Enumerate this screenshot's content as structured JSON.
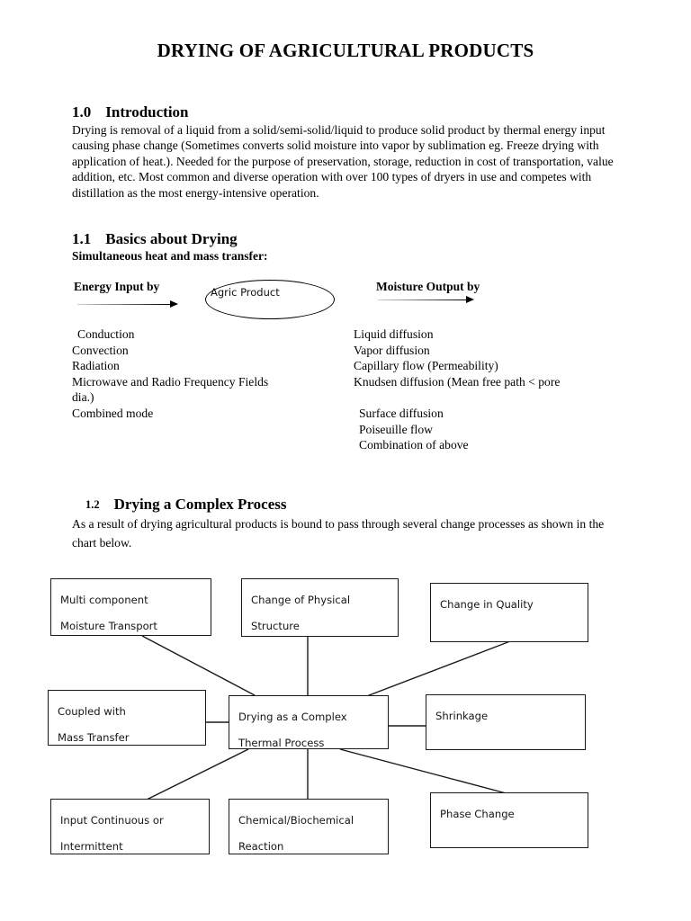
{
  "document": {
    "title": "DRYING OF AGRICULTURAL PRODUCTS"
  },
  "sections": {
    "intro": {
      "number": "1.0",
      "heading": "Introduction",
      "body": "Drying is removal of a liquid from a solid/semi-solid/liquid to produce solid product by thermal energy input causing phase change (Sometimes converts solid moisture into vapor by sublimation eg. Freeze drying with application of heat.). Needed for the purpose of preservation, storage, reduction in cost of transportation, value addition, etc.  Most common and diverse operation with over 100 types of dryers in use and competes with distillation as the most energy-intensive operation."
    },
    "basics": {
      "number": "1.1",
      "heading": "Basics about Drying",
      "subheading": "Simultaneous heat and mass transfer:",
      "energy_label": "Energy Input by",
      "moisture_label": "Moisture Output by",
      "center_node": "Agric Product",
      "energy_items": [
        "Conduction",
        "Convection",
        "Radiation",
        "Microwave and Radio Frequency Fields",
        "dia.)",
        "Combined mode"
      ],
      "moisture_items": [
        "Liquid diffusion",
        "Vapor diffusion",
        "Capillary flow (Permeability)",
        "Knudsen diffusion (Mean free path < pore",
        "",
        "Surface diffusion",
        "Poiseuille flow",
        "Combination of above"
      ]
    },
    "complex": {
      "number": "1.2",
      "heading": "Drying a Complex Process",
      "body": "As a result of drying agricultural products is bound to pass through several change processes as shown in the chart below."
    }
  },
  "flowchart": {
    "center": {
      "line1": "Drying as a Complex",
      "line2": "Thermal Process"
    },
    "nodes": [
      {
        "id": "multi-component",
        "line1": "Multi component",
        "line2": "Moisture Transport"
      },
      {
        "id": "change-physical-structure",
        "line1": "Change of Physical",
        "line2": "Structure"
      },
      {
        "id": "change-in-quality",
        "line1": "Change in Quality",
        "line2": ""
      },
      {
        "id": "coupled-mass-transfer",
        "line1": "Coupled with",
        "line2": "Mass Transfer"
      },
      {
        "id": "shrinkage",
        "line1": "Shrinkage",
        "line2": ""
      },
      {
        "id": "input-continuous",
        "line1": "Input Continuous or",
        "line2": "Intermittent"
      },
      {
        "id": "chemical-biochemical",
        "line1": "Chemical/Biochemical",
        "line2": "Reaction"
      },
      {
        "id": "phase-change",
        "line1": "Phase Change",
        "line2": ""
      }
    ]
  },
  "colors": {
    "text": "#000000",
    "box_border": "#1a1a1a",
    "page_background": "#ffffff"
  }
}
